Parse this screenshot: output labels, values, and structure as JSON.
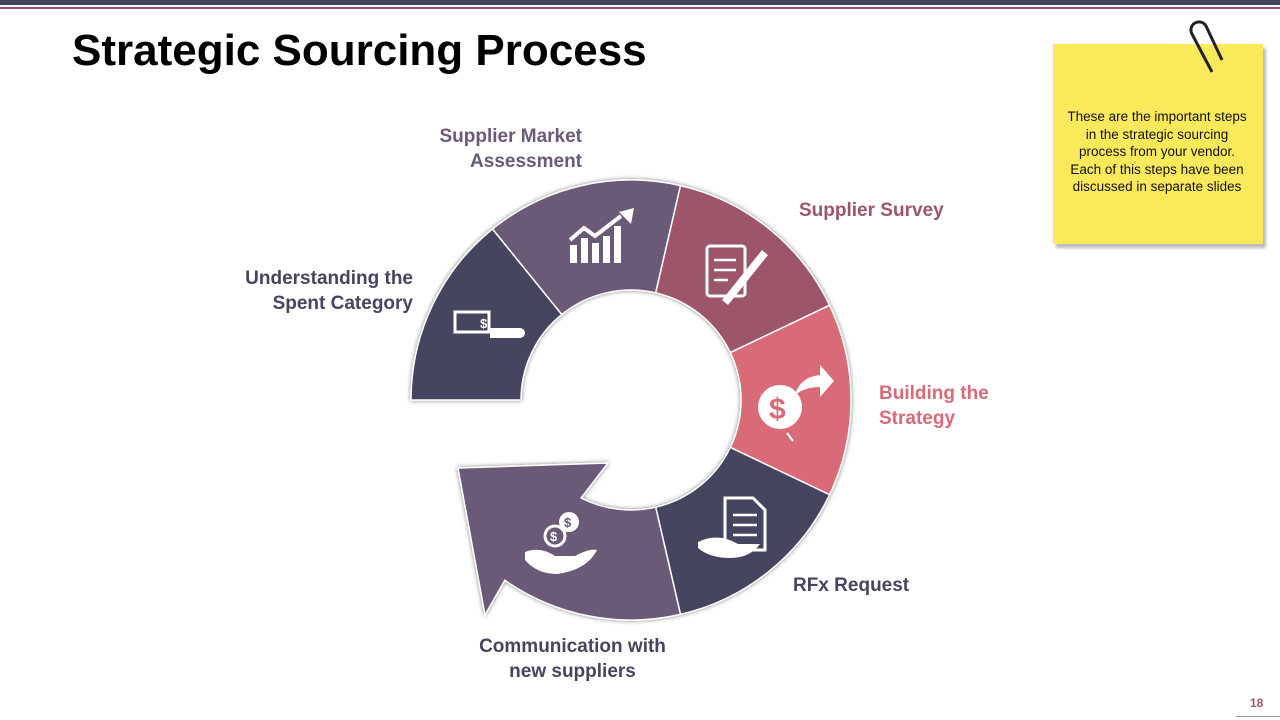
{
  "title": "Strategic Sourcing Process",
  "steps": [
    {
      "label": "Understanding the Spent Category",
      "line1": "Understanding the",
      "line2": "Spent Category",
      "color": "#45455f",
      "icon": "cash-hand-icon"
    },
    {
      "label": "Supplier Market Assessment",
      "line1": "Supplier Market",
      "line2": "Assessment",
      "color": "#6a5a78",
      "icon": "growth-chart-icon"
    },
    {
      "label": "Supplier Survey",
      "line1": "Supplier Survey",
      "color": "#9c5569",
      "icon": "notepad-pen-icon"
    },
    {
      "label": "Building the Strategy",
      "line1": "Building the",
      "line2": "Strategy",
      "color": "#d96b78",
      "icon": "dollar-search-icon"
    },
    {
      "label": "RFx Request",
      "line1": "RFx Request",
      "color": "#45455f",
      "icon": "document-hand-icon"
    },
    {
      "label": "Communication with new suppliers",
      "line1": "Communication with",
      "line2": "new suppliers",
      "color": "#6a5a78",
      "icon": "coins-hand-icon"
    }
  ],
  "note": {
    "text": "These are the important steps in the strategic sourcing process from your vendor. Each of this steps have been discussed in separate slides",
    "icon": "paperclip-icon"
  },
  "page_number": "18"
}
